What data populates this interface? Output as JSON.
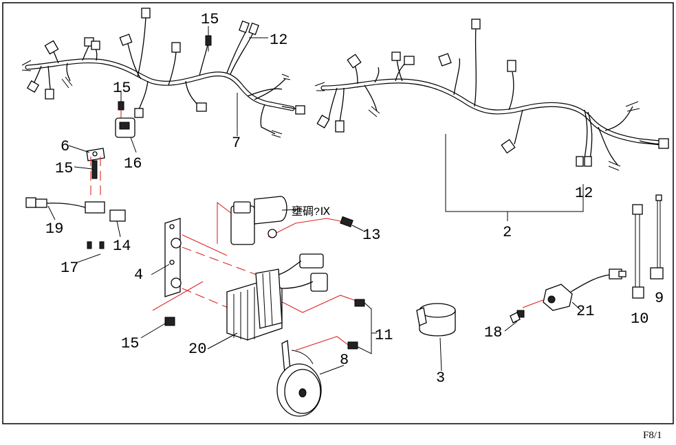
{
  "labels": {
    "n1": "15",
    "n2": "12",
    "n3": "15",
    "n4": "7",
    "n5": "16",
    "n6": "6",
    "n7": "15",
    "n8": "19",
    "n9": "14",
    "n10": "17",
    "n11": "4",
    "n12": "13",
    "n13": "15",
    "n14": "20",
    "n15": "11",
    "n16": "8",
    "n17": "3",
    "n18": "12",
    "n19": "2",
    "n20": "10",
    "n21": "9",
    "n22": "21",
    "n23": "18"
  },
  "garbled_text": "壅碉?Ⅸ",
  "page_ref": "F8/1"
}
